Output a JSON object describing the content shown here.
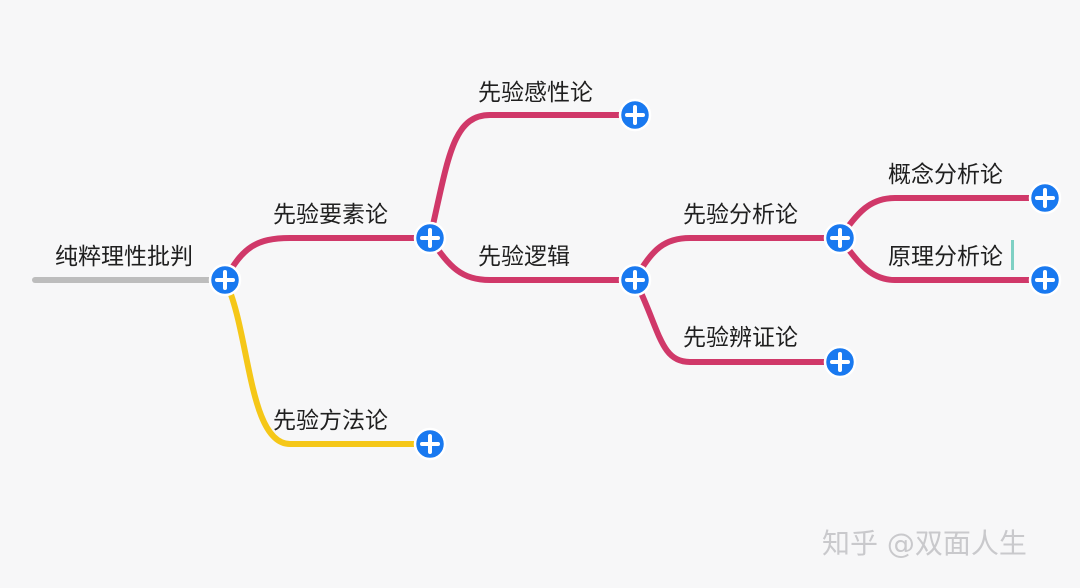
{
  "colors": {
    "background": "#f7f7f8",
    "root_line": "#bdbdbd",
    "pink_branch": "#d03869",
    "yellow_branch": "#f5c718",
    "expand_button": "#1979f0",
    "cursor": "#7fd0c4"
  },
  "icons": {
    "expand": "plus-circle-icon"
  },
  "mindmap": {
    "root": "纯粹理性批判",
    "nodes": {
      "elements": "先验要素论",
      "aesthetic": "先验感性论",
      "logic": "先验逻辑",
      "analytic": "先验分析论",
      "concept": "概念分析论",
      "principle": "原理分析论",
      "dialectic": "先验辨证论",
      "method": "先验方法论"
    }
  },
  "watermark": "知乎 @双面人生"
}
